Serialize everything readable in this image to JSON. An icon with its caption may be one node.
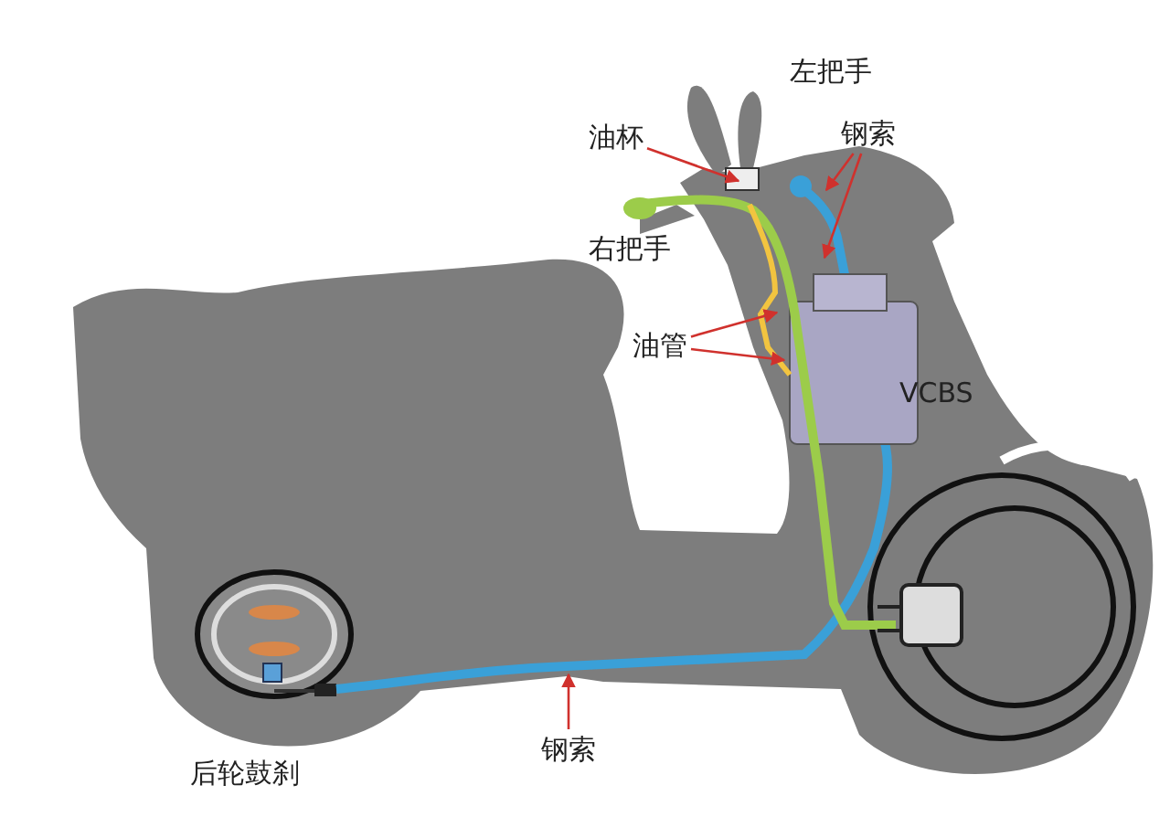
{
  "diagram": {
    "nodes": [
      {
        "text": [
          "油杯"
        ]
      },
      {
        "text": [
          "钢索"
        ]
      },
      {
        "text": [
          "油管"
        ]
      },
      {
        "text": [
          "钢索"
        ]
      }
    ],
    "edges": [
      {
        "from": 0,
        "to": null,
        "arrow": "to"
      },
      {
        "from": 1,
        "to": null,
        "arrow": "to"
      },
      {
        "from": 1,
        "to": null,
        "arrow": "to"
      },
      {
        "from": 2,
        "to": null,
        "arrow": "to"
      },
      {
        "from": 2,
        "to": null,
        "arrow": "to"
      },
      {
        "from": 3,
        "to": null,
        "arrow": "to"
      }
    ],
    "labels": [
      "左把手",
      "右把手",
      "VCBS",
      "后轮鼓刹"
    ]
  }
}
